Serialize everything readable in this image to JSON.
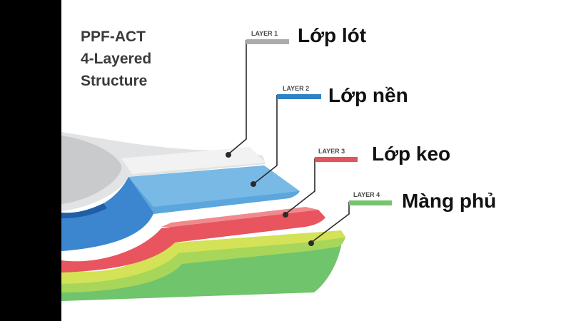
{
  "title": {
    "line1": "PPF-ACT",
    "line2": "4-Layered",
    "line3": "Structure"
  },
  "layers": [
    {
      "tag": "LAYER 1",
      "name": "Lớp lót",
      "color": "#a9abad"
    },
    {
      "tag": "LAYER 2",
      "name": "Lớp nền",
      "color": "#2e82c6"
    },
    {
      "tag": "LAYER 3",
      "name": "Lớp keo",
      "color": "#e2535b"
    },
    {
      "tag": "LAYER 4",
      "name": "Màng phủ",
      "color": "#74c56d"
    }
  ]
}
